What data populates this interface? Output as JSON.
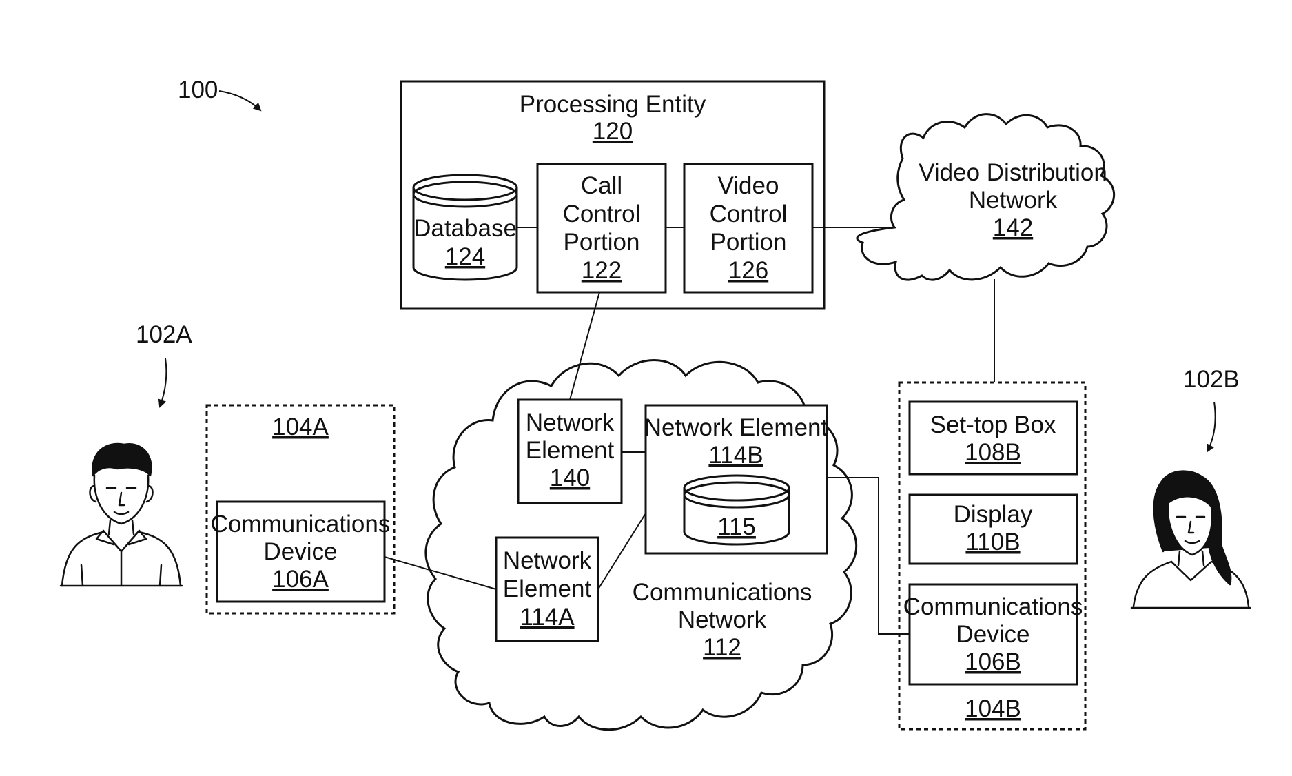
{
  "figure_ref": "100",
  "users": {
    "left_ref": "102A",
    "right_ref": "102B"
  },
  "processing_entity": {
    "title": "Processing Entity",
    "ref": "120",
    "database": {
      "label": "Database",
      "ref": "124"
    },
    "call_control": {
      "line1": "Call",
      "line2": "Control",
      "line3": "Portion",
      "ref": "122"
    },
    "video_control": {
      "line1": "Video",
      "line2": "Control",
      "line3": "Portion",
      "ref": "126"
    }
  },
  "video_network": {
    "line1": "Video Distribution",
    "line2": "Network",
    "ref": "142"
  },
  "comm_network": {
    "line1": "Communications",
    "line2": "Network",
    "ref": "112",
    "ne140": {
      "line1": "Network",
      "line2": "Element",
      "ref": "140"
    },
    "ne114b": {
      "title": "Network Element",
      "ref": "114B",
      "db_ref": "115"
    },
    "ne114a": {
      "line1": "Network",
      "line2": "Element",
      "ref": "114A"
    }
  },
  "premises_a": {
    "ref": "104A",
    "device": {
      "line1": "Communications",
      "line2": "Device",
      "ref": "106A"
    }
  },
  "premises_b": {
    "ref": "104B",
    "settop": {
      "label": "Set-top Box",
      "ref": "108B"
    },
    "display": {
      "label": "Display",
      "ref": "110B"
    },
    "device": {
      "line1": "Communications",
      "line2": "Device",
      "ref": "106B"
    }
  }
}
